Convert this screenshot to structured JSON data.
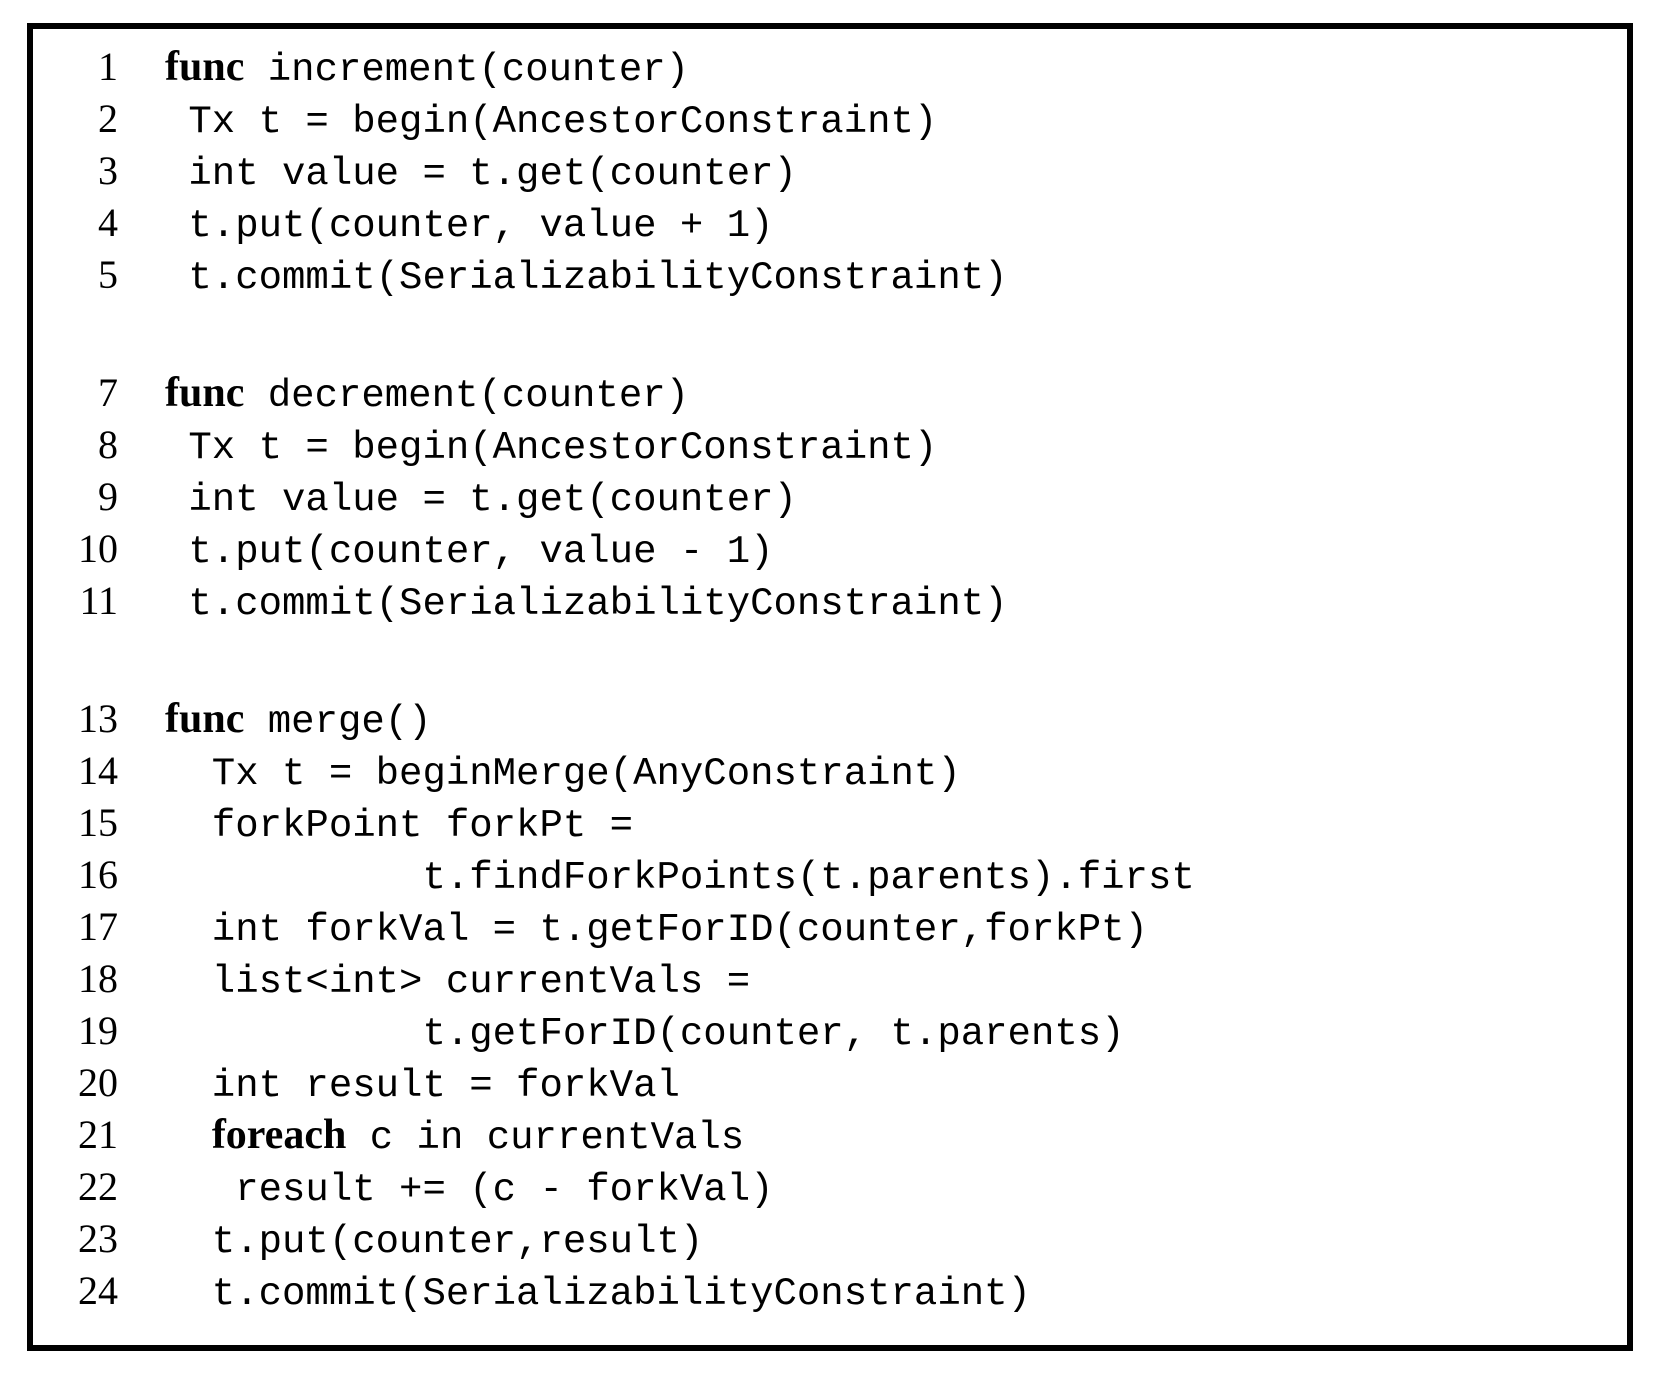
{
  "colors": {
    "text": "#000000",
    "background": "#ffffff",
    "border": "#000000"
  },
  "listing": {
    "kind": "pseudocode-listing",
    "lines": [
      {
        "num": "1",
        "blank": false,
        "segments": [
          {
            "t": "func",
            "kw": true
          },
          {
            "t": " increment(counter)"
          }
        ]
      },
      {
        "num": "2",
        "blank": false,
        "segments": [
          {
            "t": " Tx t = begin(AncestorConstraint)"
          }
        ]
      },
      {
        "num": "3",
        "blank": false,
        "segments": [
          {
            "t": " int value = t.get(counter)"
          }
        ]
      },
      {
        "num": "4",
        "blank": false,
        "segments": [
          {
            "t": " t.put(counter, value + 1)"
          }
        ]
      },
      {
        "num": "5",
        "blank": false,
        "segments": [
          {
            "t": " t.commit(SerializabilityConstraint)"
          }
        ]
      },
      {
        "num": "",
        "blank": true,
        "segments": []
      },
      {
        "num": "7",
        "blank": false,
        "segments": [
          {
            "t": "func",
            "kw": true
          },
          {
            "t": " decrement(counter)"
          }
        ]
      },
      {
        "num": "8",
        "blank": false,
        "segments": [
          {
            "t": " Tx t = begin(AncestorConstraint)"
          }
        ]
      },
      {
        "num": "9",
        "blank": false,
        "segments": [
          {
            "t": " int value = t.get(counter)"
          }
        ]
      },
      {
        "num": "10",
        "blank": false,
        "segments": [
          {
            "t": " t.put(counter, value - 1)"
          }
        ]
      },
      {
        "num": "11",
        "blank": false,
        "segments": [
          {
            "t": " t.commit(SerializabilityConstraint)"
          }
        ]
      },
      {
        "num": "",
        "blank": true,
        "segments": []
      },
      {
        "num": "13",
        "blank": false,
        "segments": [
          {
            "t": "func",
            "kw": true
          },
          {
            "t": " merge()"
          }
        ]
      },
      {
        "num": "14",
        "blank": false,
        "segments": [
          {
            "t": "  Tx t = beginMerge(AnyConstraint)"
          }
        ]
      },
      {
        "num": "15",
        "blank": false,
        "segments": [
          {
            "t": "  forkPoint forkPt ="
          }
        ]
      },
      {
        "num": "16",
        "blank": false,
        "segments": [
          {
            "t": "           t.findForkPoints(t.parents).first"
          }
        ]
      },
      {
        "num": "17",
        "blank": false,
        "segments": [
          {
            "t": "  int forkVal = t.getForID(counter,forkPt)"
          }
        ]
      },
      {
        "num": "18",
        "blank": false,
        "segments": [
          {
            "t": "  list<int> currentVals ="
          }
        ]
      },
      {
        "num": "19",
        "blank": false,
        "segments": [
          {
            "t": "           t.getForID(counter, t.parents)"
          }
        ]
      },
      {
        "num": "20",
        "blank": false,
        "segments": [
          {
            "t": "  int result = forkVal"
          }
        ]
      },
      {
        "num": "21",
        "blank": false,
        "segments": [
          {
            "t": "  "
          },
          {
            "t": "foreach",
            "kw": true
          },
          {
            "t": " c in currentVals"
          }
        ]
      },
      {
        "num": "22",
        "blank": false,
        "segments": [
          {
            "t": "   result += (c - forkVal)"
          }
        ]
      },
      {
        "num": "23",
        "blank": false,
        "segments": [
          {
            "t": "  t.put(counter,result)"
          }
        ]
      },
      {
        "num": "24",
        "blank": false,
        "segments": [
          {
            "t": "  t.commit(SerializabilityConstraint)"
          }
        ]
      }
    ]
  }
}
